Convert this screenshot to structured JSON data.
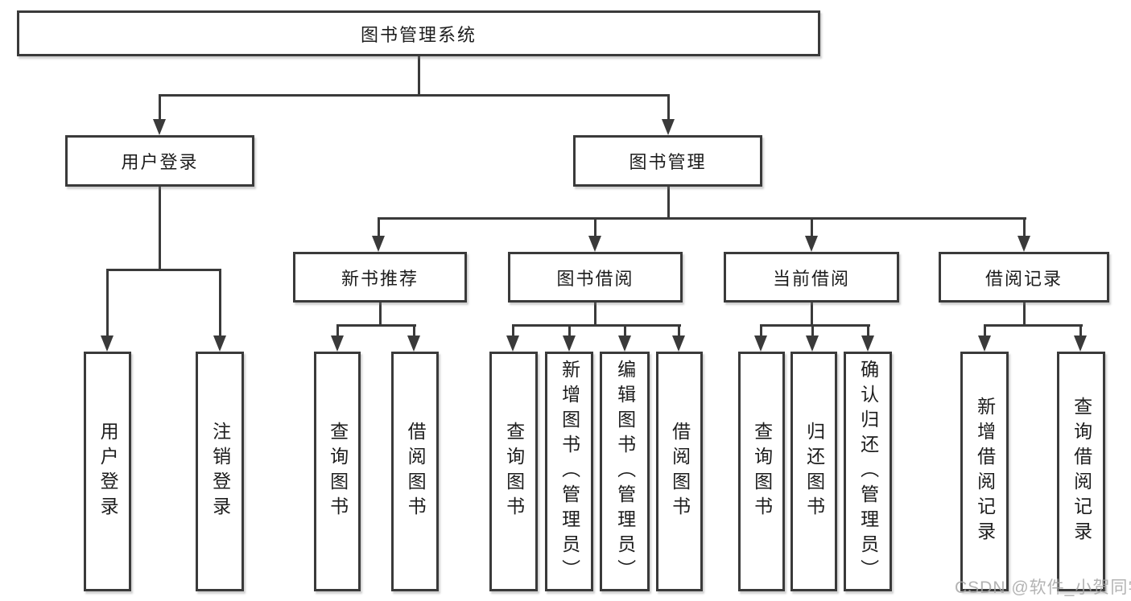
{
  "diagram_type": "tree",
  "colors": {
    "background": "#ffffff",
    "line": "#3a3a3a",
    "box_border": "#3a3a3a",
    "text": "#1d1d1d",
    "watermark": "#a6a6a6"
  },
  "root": {
    "label": "图书管理系统",
    "children": [
      {
        "label": "用户登录",
        "children": [
          {
            "label": "用户登录"
          },
          {
            "label": "注销登录"
          }
        ]
      },
      {
        "label": "图书管理",
        "children": [
          {
            "label": "新书推荐",
            "children": [
              {
                "label": "查询图书"
              },
              {
                "label": "借阅图书"
              }
            ]
          },
          {
            "label": "图书借阅",
            "children": [
              {
                "label": "查询图书"
              },
              {
                "label": "新增图书（管理员）"
              },
              {
                "label": "编辑图书（管理员）"
              },
              {
                "label": "借阅图书"
              }
            ]
          },
          {
            "label": "当前借阅",
            "children": [
              {
                "label": "查询图书"
              },
              {
                "label": "归还图书"
              },
              {
                "label": "确认归还（管理员）"
              }
            ]
          },
          {
            "label": "借阅记录",
            "children": [
              {
                "label": "新增借阅记录"
              },
              {
                "label": "查询借阅记录"
              }
            ]
          }
        ]
      }
    ]
  },
  "watermark": {
    "text": "CSDN @软件_小贺同学"
  }
}
